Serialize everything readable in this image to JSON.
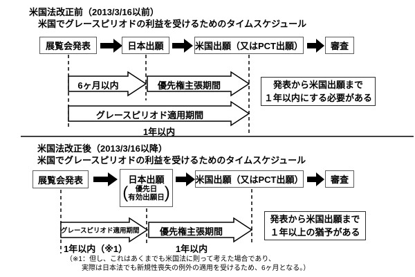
{
  "colors": {
    "ink": "#000000",
    "box_border": "#5a5a5a",
    "background": "#ffffff"
  },
  "sections": [
    {
      "title": "米国法改正前（2013/3/16以前）",
      "subtitle": "米国でグレースピリオドの利益を受けるためのタイムスケジュール",
      "boxes": {
        "exhibition": "展覧会発表",
        "japan": "日本出願",
        "us": "米国出願（又はPCT出願）",
        "exam": "審査"
      },
      "arrow_labels": {
        "six_months": "6ヶ月以内",
        "priority": "優先権主張期間",
        "grace": "グレースピリオド適用期間"
      },
      "duration_label": "1年以内",
      "note": [
        "発表から米国出願まで",
        "１年以内にする必要がある"
      ]
    },
    {
      "title": "米国法改正後（2013/3/16以降）",
      "subtitle": "米国でグレースピリオドの利益を受けるためのタイムスケジュール",
      "boxes": {
        "exhibition": "展覧会発表",
        "japan": "日本出願",
        "japan_sub": [
          "優先日",
          "有効出願日"
        ],
        "us": "米国出願（又はPCT出願）",
        "exam": "審査"
      },
      "arrow_labels": {
        "grace": "グレースピリオド適用期間",
        "priority": "優先権主張期間"
      },
      "durations": {
        "grace": "1年以内（※1）",
        "priority": "1年以内"
      },
      "note": [
        "発表から米国出願まで",
        "１年以上の猶予がある"
      ]
    }
  ],
  "footnote": [
    "（※1：但し、これはあくまでも米国法に則って考えた場合であり、",
    "実際は日本法でも新規性喪失の例外の適用を受けるため、6ヶ月となる。）"
  ]
}
